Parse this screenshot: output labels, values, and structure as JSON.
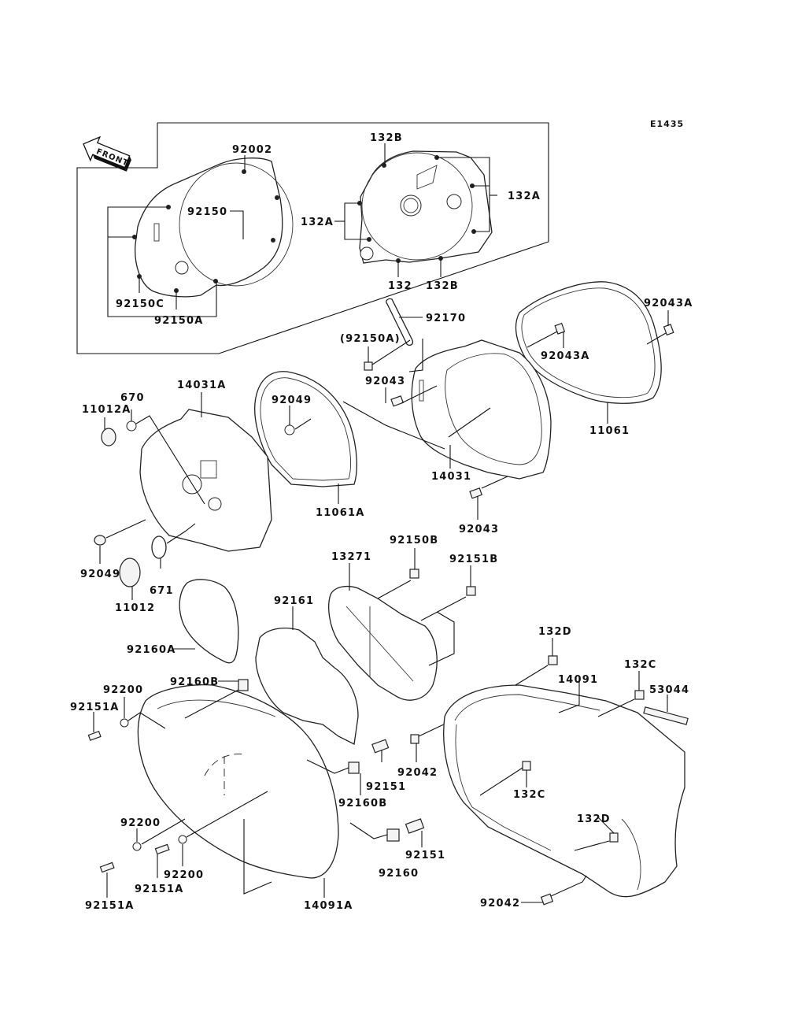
{
  "diagram": {
    "code": "E1435",
    "front_label": "FRONT",
    "labels": {
      "p92002": "92002",
      "p92150": "92150",
      "p92150C": "92150C",
      "p92150A": "92150A",
      "p132B_top": "132B",
      "p132A_left": "132A",
      "p132A_right": "132A",
      "p132": "132",
      "p132B_bottom": "132B",
      "p92170": "92170",
      "p92150A_paren": "(92150A)",
      "p92043_upper": "92043",
      "p92043A_top": "92043A",
      "p92043A_mid": "92043A",
      "p11061": "11061",
      "p14031": "14031",
      "p92043_lower": "92043",
      "p14031A": "14031A",
      "p670": "670",
      "p11012A": "11012A",
      "p92049_right": "92049",
      "p11061A": "11061A",
      "p92049_left": "92049",
      "p11012": "11012",
      "p671": "671",
      "p92150B": "92150B",
      "p13271": "13271",
      "p92151B": "92151B",
      "p92161": "92161",
      "p92160A": "92160A",
      "p92160B_top": "92160B",
      "p92200_top": "92200",
      "p92151A_top": "92151A",
      "p132D_top": "132D",
      "p14091": "14091",
      "p132C_top": "132C",
      "p53044": "53044",
      "p92042_mid": "92042",
      "p92151_upper": "92151",
      "p92160B_mid": "92160B",
      "p132C_mid": "132C",
      "p132D_mid": "132D",
      "p92200_mid": "92200",
      "p92151_lower": "92151",
      "p92160": "92160",
      "p92200_bottom": "92200",
      "p92151A_mid": "92151A",
      "p92151A_bottom": "92151A",
      "p14091A": "14091A",
      "p92042_bottom": "92042"
    }
  }
}
